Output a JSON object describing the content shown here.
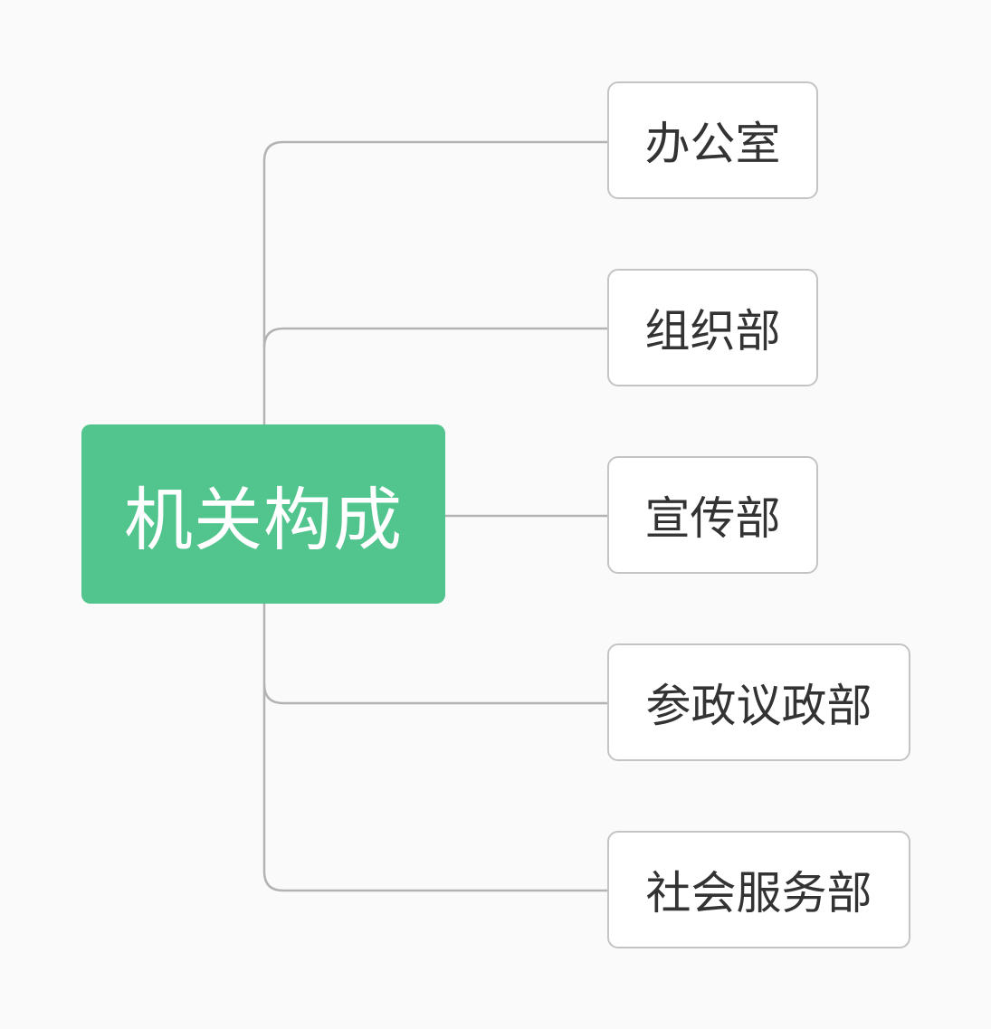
{
  "diagram": {
    "root": {
      "label": "机关构成",
      "color": "#52c48d"
    },
    "children": [
      {
        "label": "办公室"
      },
      {
        "label": "组织部"
      },
      {
        "label": "宣传部"
      },
      {
        "label": "参政议政部"
      },
      {
        "label": "社会服务部"
      }
    ],
    "connector_color": "#b3b3b3",
    "child_border_color": "#c4c4c4"
  }
}
